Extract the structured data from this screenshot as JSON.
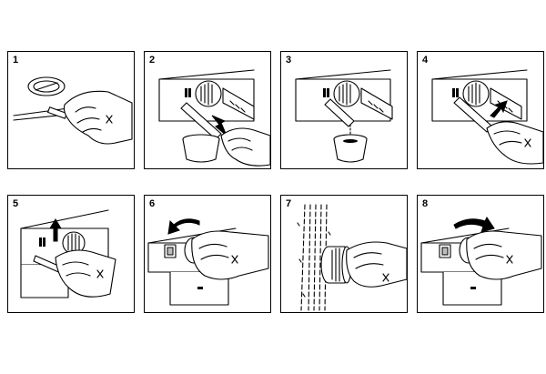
{
  "steps": [
    {
      "number": "1",
      "action": "unscrew-cap-with-coin"
    },
    {
      "number": "2",
      "action": "drain-hose-into-bowl"
    },
    {
      "number": "3",
      "action": "hose-draining"
    },
    {
      "number": "4",
      "action": "push-hose-back"
    },
    {
      "number": "5",
      "action": "lift-out"
    },
    {
      "number": "6",
      "action": "turn-anticlockwise"
    },
    {
      "number": "7",
      "action": "rinse-filter-under-water"
    },
    {
      "number": "8",
      "action": "turn-clockwise"
    }
  ],
  "colors": {
    "line": "#000000",
    "background": "#ffffff",
    "grey": "#bdbdbd"
  }
}
